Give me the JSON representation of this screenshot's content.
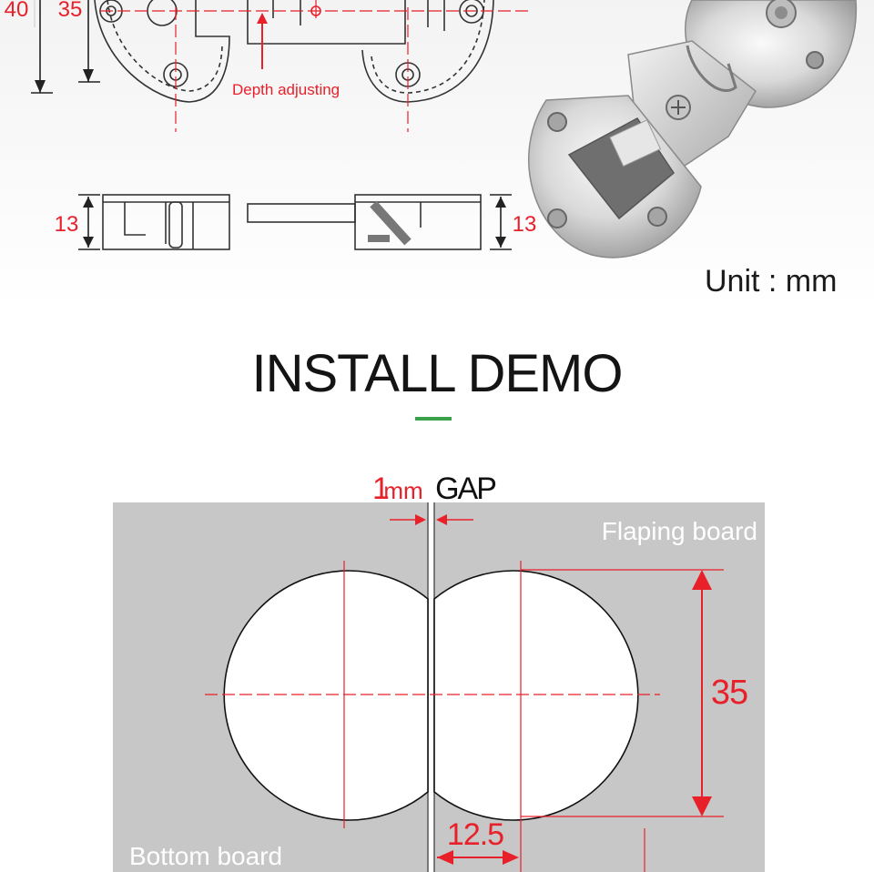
{
  "top_diagram": {
    "dim_40": "40",
    "dim_35": "35",
    "depth_label": "Depth adjusting",
    "dim_13_left": "13",
    "dim_13_right": "13"
  },
  "unit_label": "Unit : mm",
  "section_title": "INSTALL DEMO",
  "install_demo": {
    "gap_value": "1",
    "gap_unit": "mm",
    "gap_word": "GAP",
    "flaping_board": "Flaping board",
    "bottom_board": "Bottom board",
    "diameter": "35",
    "offset": "12.5"
  },
  "colors": {
    "accent_red": "#e8202a",
    "title_underline": "#3aa04a",
    "board_gray": "#c7c7c7"
  }
}
